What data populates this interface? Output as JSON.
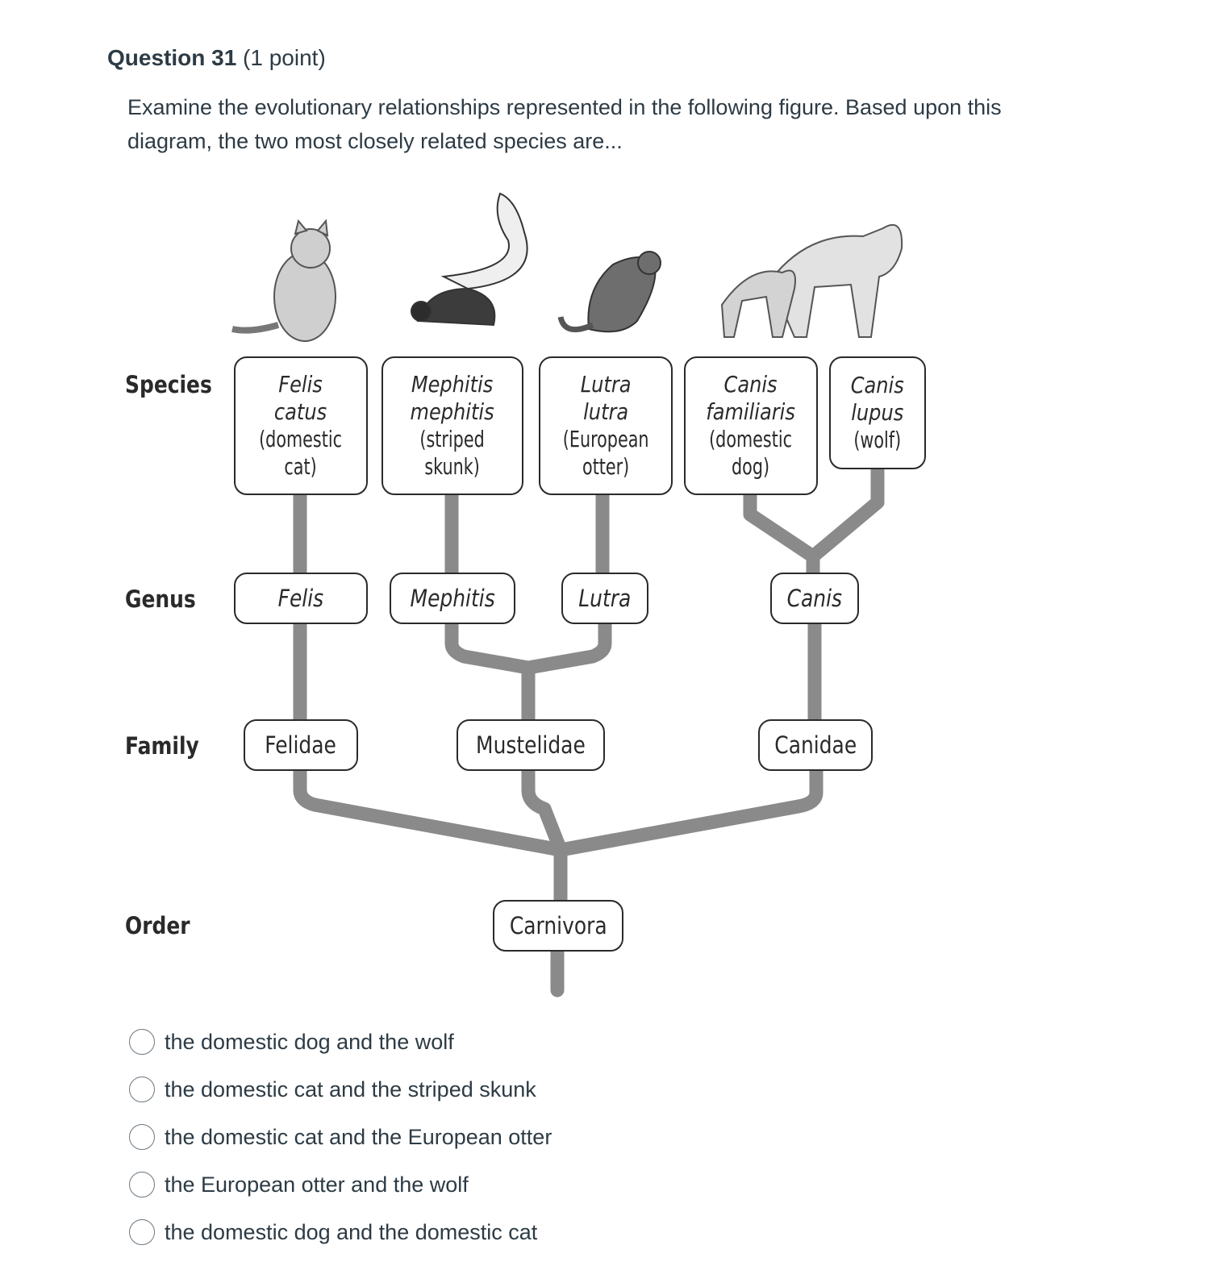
{
  "question": {
    "number_label": "Question 31",
    "points_label": "(1 point)",
    "prompt": "Examine the evolutionary relationships represented in the following figure. Based upon this diagram, the two most closely related species are..."
  },
  "figure": {
    "ranks": {
      "species": "Species",
      "genus": "Genus",
      "family": "Family",
      "order": "Order"
    },
    "species": [
      {
        "sci": "Felis catus",
        "sci_line1": "Felis",
        "sci_line2": "catus",
        "common_line1": "(domestic",
        "common_line2": "cat)"
      },
      {
        "sci": "Mephitis mephitis",
        "sci_line1": "Mephitis",
        "sci_line2": "mephitis",
        "common_line1": "(striped",
        "common_line2": "skunk)"
      },
      {
        "sci": "Lutra lutra",
        "sci_line1": "Lutra",
        "sci_line2": "lutra",
        "common_line1": "(European",
        "common_line2": "otter)"
      },
      {
        "sci": "Canis familiaris",
        "sci_line1": "Canis",
        "sci_line2": "familiaris",
        "common_line1": "(domestic",
        "common_line2": "dog)"
      },
      {
        "sci": "Canis lupus",
        "sci_line1": "Canis",
        "sci_line2": "lupus",
        "common_line1": "(wolf)",
        "common_line2": ""
      }
    ],
    "genera": [
      "Felis",
      "Mephitis",
      "Lutra",
      "Canis"
    ],
    "families": [
      "Felidae",
      "Mustelidae",
      "Canidae"
    ],
    "order": "Carnivora",
    "illustrations": [
      "cat-illustration",
      "skunk-illustration",
      "otter-illustration",
      "dog-and-wolf-illustration"
    ],
    "colors": {
      "branch": "#8a8a8a",
      "box_border": "#2a2a2a"
    }
  },
  "options": [
    {
      "label": "the domestic dog and the wolf",
      "selected": false
    },
    {
      "label": "the domestic cat and the striped skunk",
      "selected": false
    },
    {
      "label": "the domestic cat and the European otter",
      "selected": false
    },
    {
      "label": "the European otter and the wolf",
      "selected": false
    },
    {
      "label": "the domestic dog and the domestic cat",
      "selected": false
    }
  ]
}
